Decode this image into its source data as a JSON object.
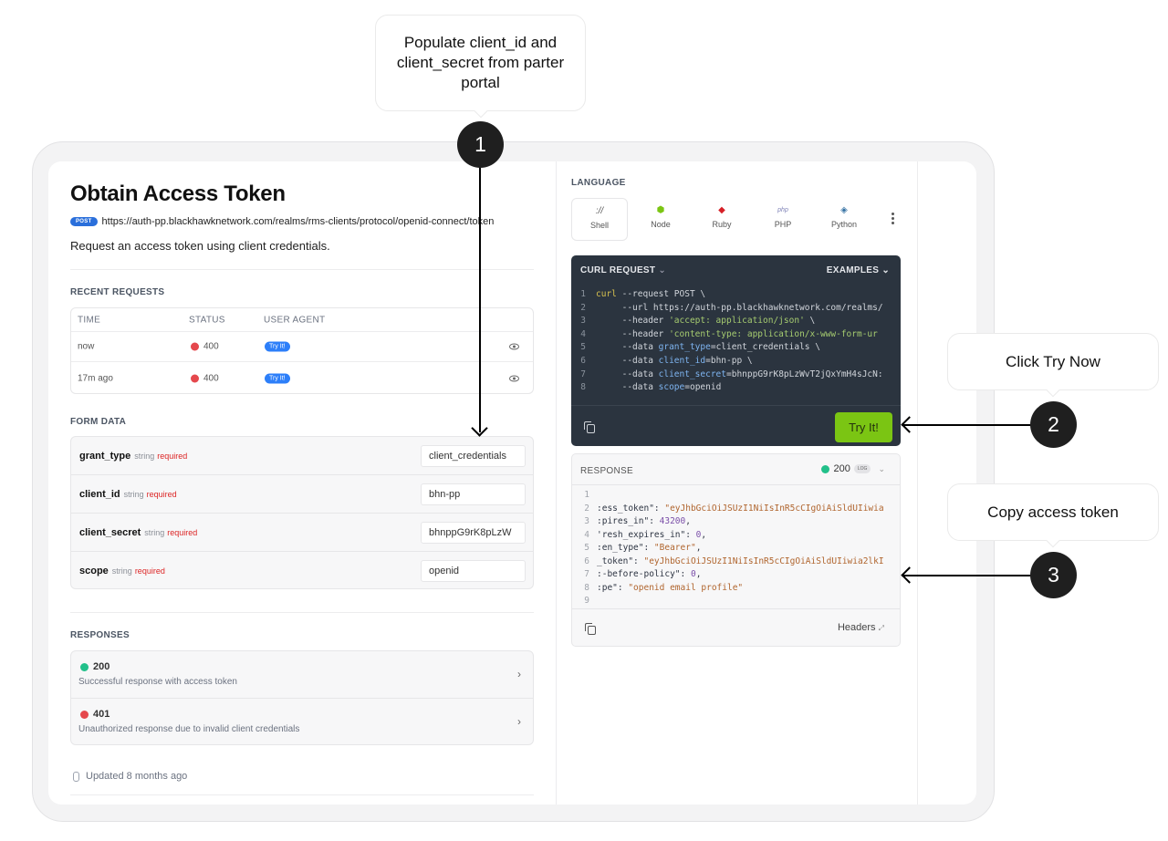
{
  "endpoint": {
    "title": "Obtain Access Token",
    "method": "POST",
    "url": "https://auth-pp.blackhawknetwork.com/realms/rms-clients/protocol/openid-connect/token",
    "description": "Request an access token using client credentials."
  },
  "recent_requests": {
    "label": "RECENT REQUESTS",
    "columns": [
      "TIME",
      "STATUS",
      "USER AGENT"
    ],
    "rows": [
      {
        "time": "now",
        "status": "400",
        "user_agent": "Try It!"
      },
      {
        "time": "17m ago",
        "status": "400",
        "user_agent": "Try It!"
      }
    ]
  },
  "form_data": {
    "label": "FORM DATA",
    "fields": [
      {
        "name": "grant_type",
        "type": "string",
        "required": "required",
        "value": "client_credentials"
      },
      {
        "name": "client_id",
        "type": "string",
        "required": "required",
        "value": "bhn-pp"
      },
      {
        "name": "client_secret",
        "type": "string",
        "required": "required",
        "value": "bhnppG9rK8pLzW"
      },
      {
        "name": "scope",
        "type": "string",
        "required": "required",
        "value": "openid"
      }
    ]
  },
  "responses": {
    "label": "RESPONSES",
    "items": [
      {
        "code": "200",
        "description": "Successful response with access token",
        "color": "#22c08a"
      },
      {
        "code": "401",
        "description": "Unauthorized response due to invalid client credentials",
        "color": "#e5484d"
      }
    ]
  },
  "updated": "Updated 8 months ago",
  "language": {
    "label": "LANGUAGE",
    "options": [
      {
        "label": "Shell",
        "icon": "shell-icon",
        "glyph": "://"
      },
      {
        "label": "Node",
        "icon": "node-icon",
        "glyph": "⬢"
      },
      {
        "label": "Ruby",
        "icon": "ruby-icon",
        "glyph": "◆"
      },
      {
        "label": "PHP",
        "icon": "php-icon",
        "glyph": "php"
      },
      {
        "label": "Python",
        "icon": "python-icon",
        "glyph": "◈"
      }
    ],
    "selected": "Shell"
  },
  "code_request": {
    "title": "CURL REQUEST",
    "examples_label": "EXAMPLES",
    "lines": [
      {
        "n": "1",
        "parts": [
          [
            "kw",
            "curl"
          ],
          [
            "plain",
            " --request POST \\"
          ]
        ]
      },
      {
        "n": "2",
        "parts": [
          [
            "plain",
            "     --url https://auth-pp.blackhawknetwork.com/realms/"
          ]
        ]
      },
      {
        "n": "3",
        "parts": [
          [
            "plain",
            "     --header "
          ],
          [
            "str",
            "'accept: application/json'"
          ],
          [
            "plain",
            " \\"
          ]
        ]
      },
      {
        "n": "4",
        "parts": [
          [
            "plain",
            "     --header "
          ],
          [
            "str",
            "'content-type: application/x-www-form-ur"
          ]
        ]
      },
      {
        "n": "5",
        "parts": [
          [
            "plain",
            "     --data "
          ],
          [
            "key",
            "grant_type"
          ],
          [
            "plain",
            "=client_credentials \\"
          ]
        ]
      },
      {
        "n": "6",
        "parts": [
          [
            "plain",
            "     --data "
          ],
          [
            "key",
            "client_id"
          ],
          [
            "plain",
            "=bhn-pp \\"
          ]
        ]
      },
      {
        "n": "7",
        "parts": [
          [
            "plain",
            "     --data "
          ],
          [
            "key",
            "client_secret"
          ],
          [
            "plain",
            "=bhnppG9rK8pLzWvT2jQxYmH4sJcN:"
          ]
        ]
      },
      {
        "n": "8",
        "parts": [
          [
            "plain",
            "     --data "
          ],
          [
            "key",
            "scope"
          ],
          [
            "plain",
            "=openid"
          ]
        ]
      }
    ],
    "try_label": "Try It!"
  },
  "response_panel": {
    "title": "RESPONSE",
    "status": "200",
    "log_badge": "LOG",
    "lines": [
      {
        "n": "1",
        "parts": [
          [
            "key",
            ""
          ]
        ]
      },
      {
        "n": "2",
        "parts": [
          [
            "key",
            ":ess_token\": "
          ],
          [
            "str",
            "\"eyJhbGciOiJSUzI1NiIsInR5cCIgOiAiSldUIiwia"
          ]
        ]
      },
      {
        "n": "3",
        "parts": [
          [
            "key",
            ":pires_in\": "
          ],
          [
            "num",
            "43200"
          ],
          [
            "key",
            ","
          ]
        ]
      },
      {
        "n": "4",
        "parts": [
          [
            "key",
            "'resh_expires_in\": "
          ],
          [
            "num",
            "0"
          ],
          [
            "key",
            ","
          ]
        ]
      },
      {
        "n": "5",
        "parts": [
          [
            "key",
            ":en_type\": "
          ],
          [
            "str",
            "\"Bearer\""
          ],
          [
            "key",
            ","
          ]
        ]
      },
      {
        "n": "6",
        "parts": [
          [
            "key",
            "_token\": "
          ],
          [
            "str",
            "\"eyJhbGciOiJSUzI1NiIsInR5cCIgOiAiSldUIiwia2lkI"
          ]
        ]
      },
      {
        "n": "7",
        "parts": [
          [
            "key",
            ":-before-policy\": "
          ],
          [
            "num",
            "0"
          ],
          [
            "key",
            ","
          ]
        ]
      },
      {
        "n": "8",
        "parts": [
          [
            "key",
            ":pe\": "
          ],
          [
            "str",
            "\"openid email profile\""
          ]
        ]
      },
      {
        "n": "9",
        "parts": [
          [
            "key",
            ""
          ]
        ]
      }
    ],
    "headers_label": "Headers"
  },
  "annotations": [
    {
      "step": "1",
      "text": "Populate client_id and client_secret from parter portal"
    },
    {
      "step": "2",
      "text": "Click Try Now"
    },
    {
      "step": "3",
      "text": "Copy access token"
    }
  ],
  "colors": {
    "accent_green": "#7bc513",
    "error_red": "#e5484d",
    "success_green": "#22c08a",
    "code_bg": "#2b343f",
    "badge_blue": "#2d7ff9"
  }
}
